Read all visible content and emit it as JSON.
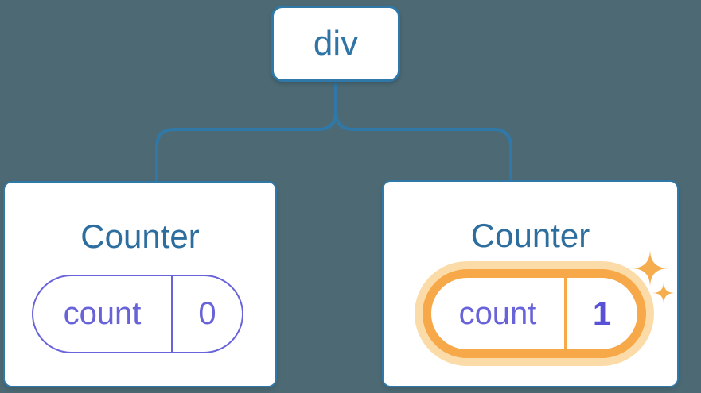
{
  "diagram": {
    "description": "React component tree with state",
    "tree": {
      "root": {
        "label": "div"
      },
      "children": [
        {
          "title": "Counter",
          "state": {
            "key": "count",
            "value": "0"
          },
          "highlighted": false
        },
        {
          "title": "Counter",
          "state": {
            "key": "count",
            "value": "1"
          },
          "highlighted": true
        }
      ]
    }
  },
  "icons": {
    "sparkles": "sparkles-icon"
  },
  "colors": {
    "background": "#4D6A74",
    "line-blue": "#2F78A8",
    "node-text": "#2E74A4",
    "title-text": "#2D6E9E",
    "purple": "#6863D9",
    "value-purple": "#5850D6",
    "orange": "#F7A849",
    "orange-glow": "#FBDCA9",
    "sparkle": "#F5AD4E",
    "card-bg": "#FFFFFF"
  }
}
